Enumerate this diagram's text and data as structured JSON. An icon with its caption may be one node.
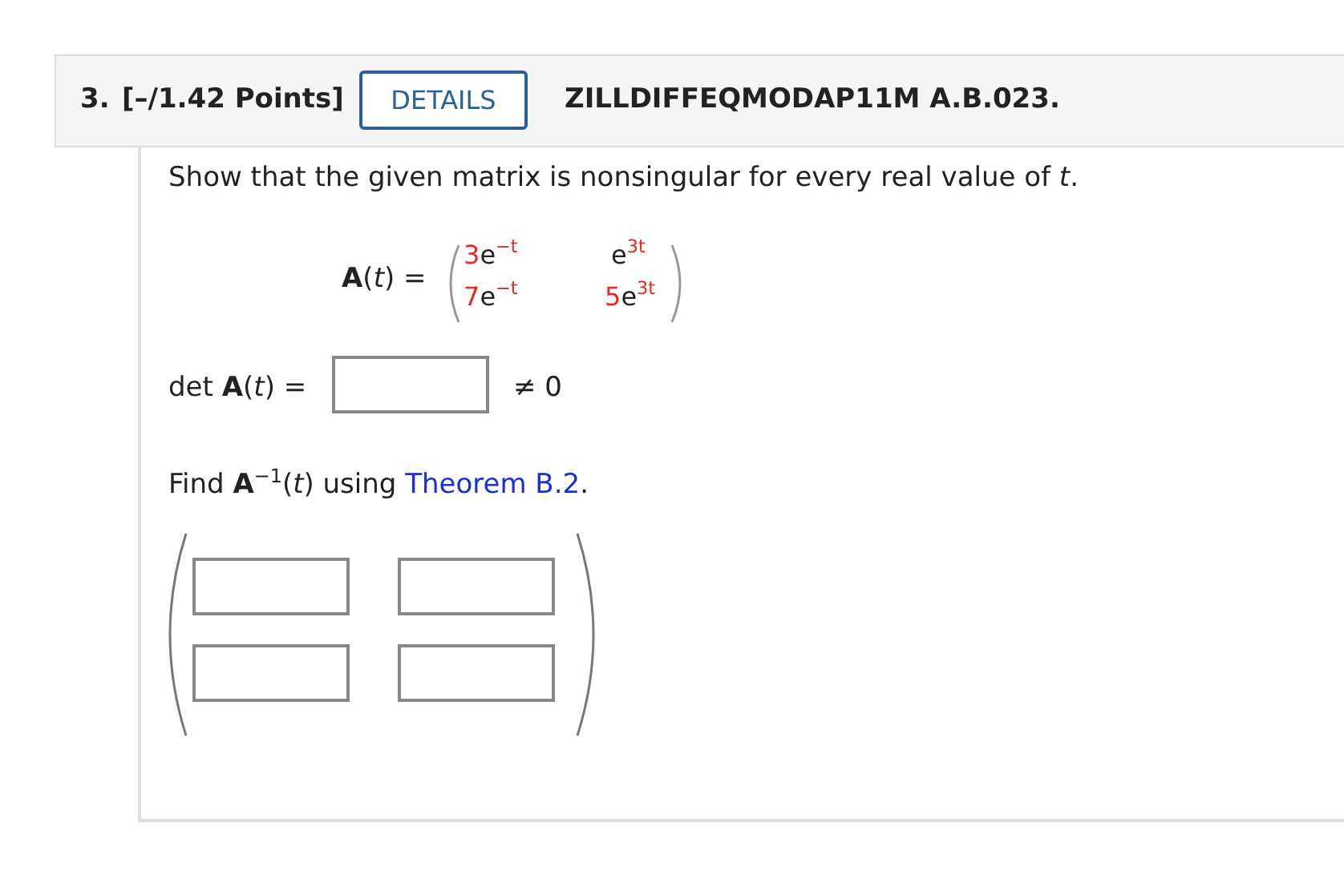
{
  "diagram": {
    "labels": [
      "3.",
      "[–/1.42 Points]",
      "DETAILS",
      "ZILLDIFFEQMODAP11M A.B.023.",
      "Show that the given matrix is nonsingular for every real value of *t*.",
      "**A**(*t*) =",
      "3e$^{−t}$",
      "e$^{3t}$",
      "7e$^{−t}$",
      "5e$^{3t}$",
      "det **A**(*t*) =",
      "≠ 0",
      "Find **A**$^{−1}$(*t*) using",
      "Theorem B.2",
      "."
    ]
  }
}
